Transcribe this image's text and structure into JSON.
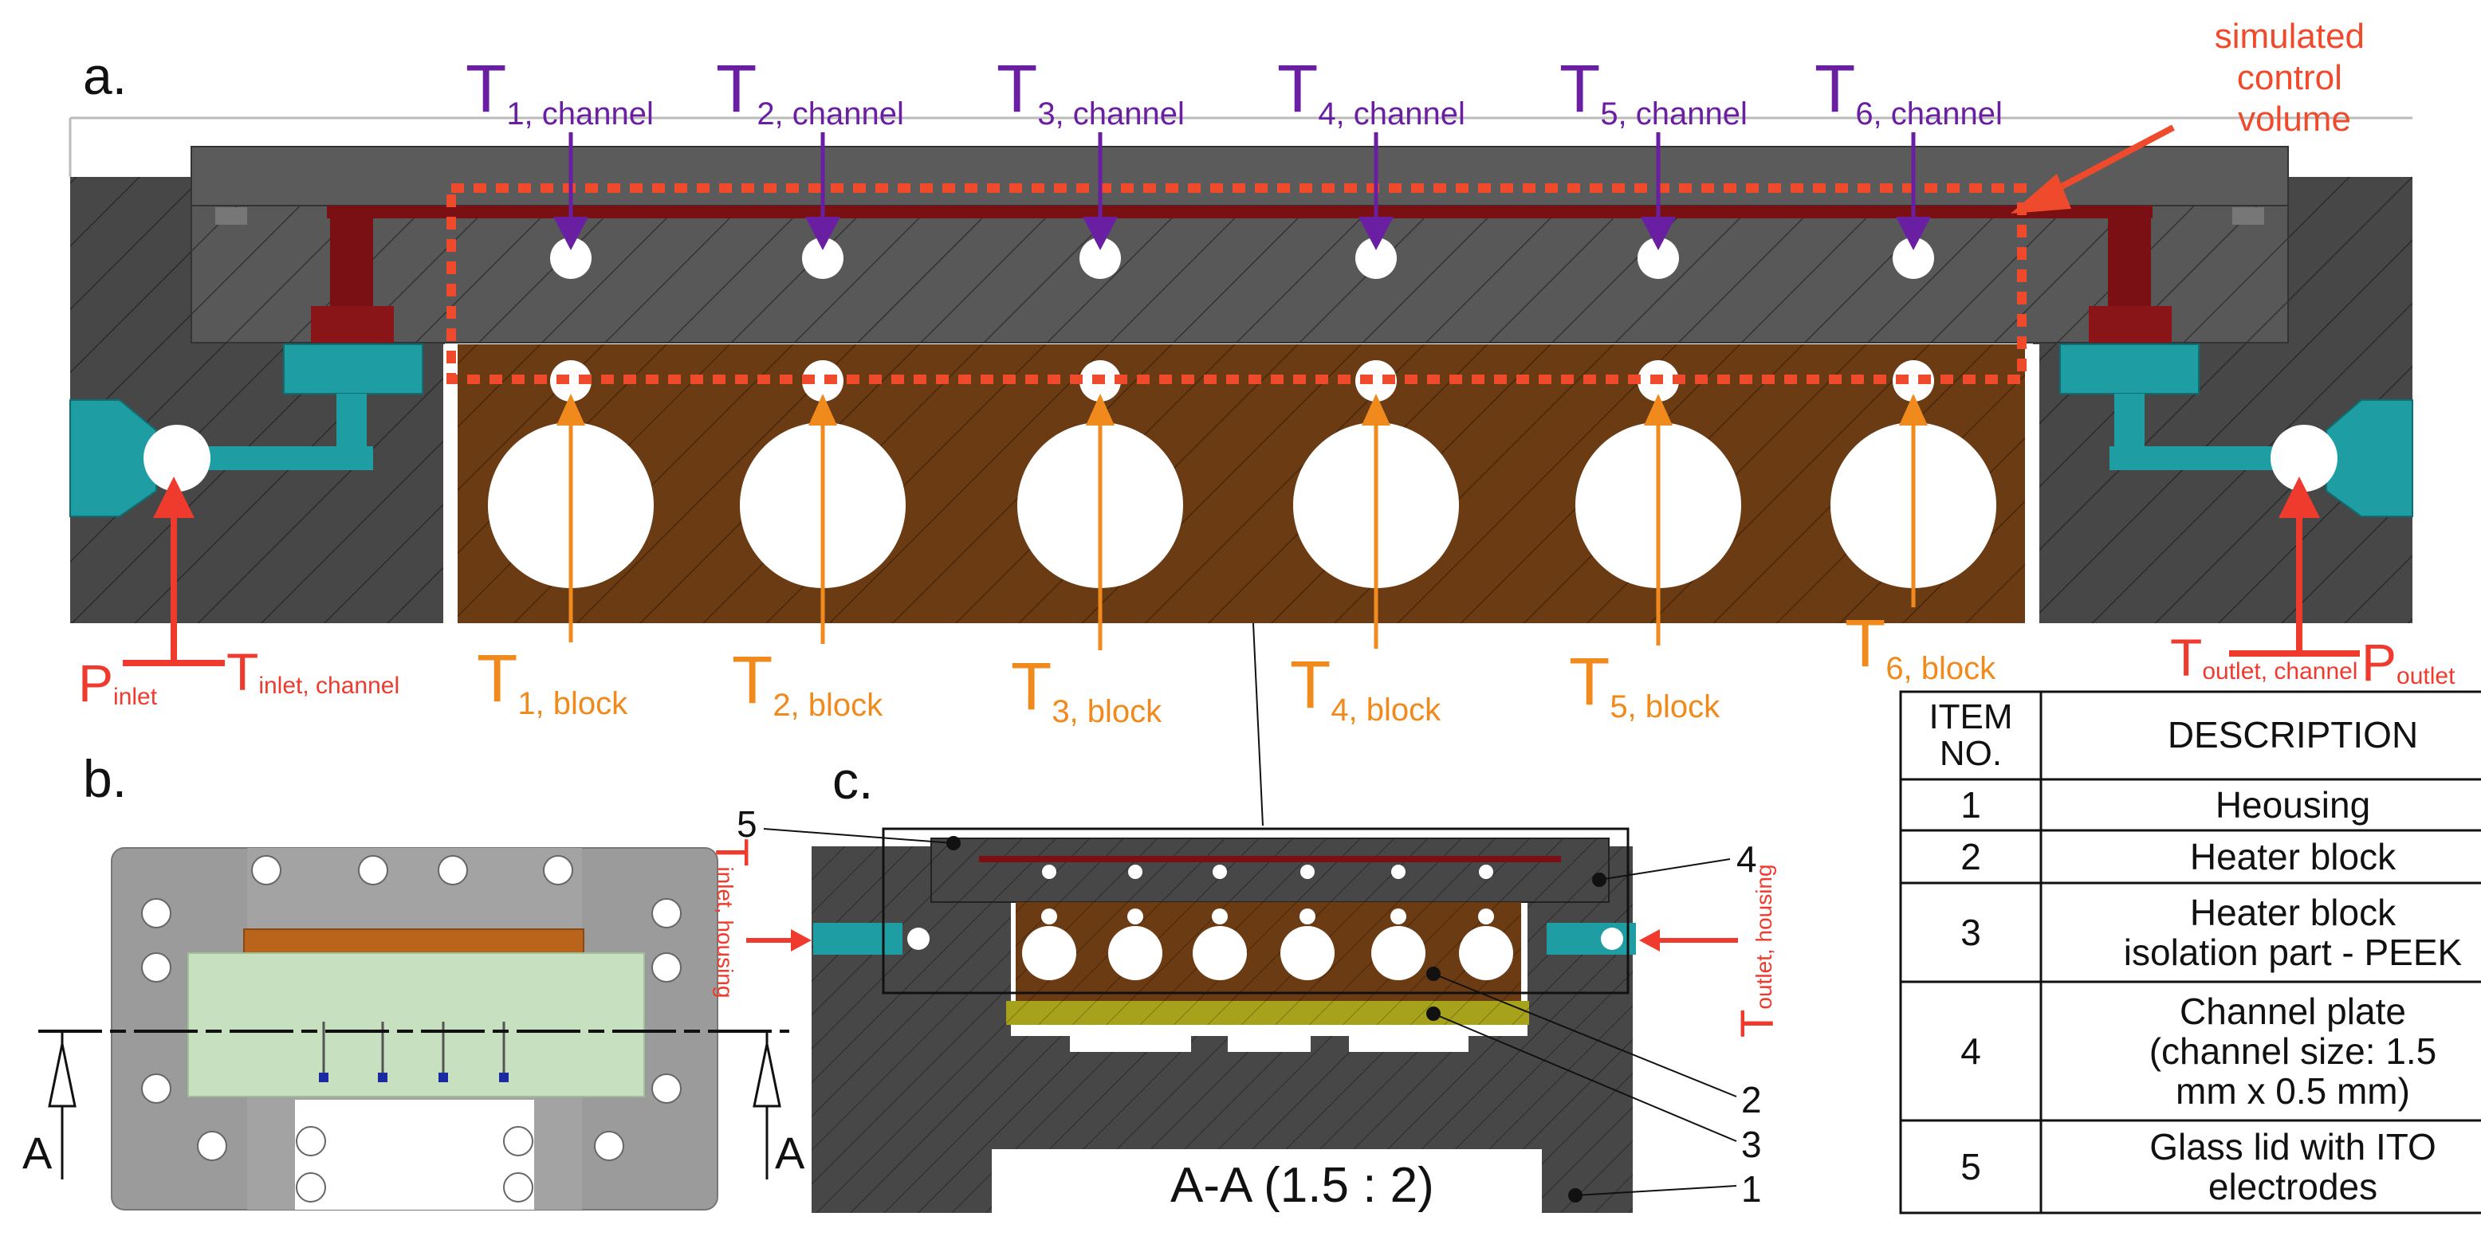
{
  "panels": {
    "a": "a.",
    "b": "b.",
    "c": "c."
  },
  "colors": {
    "housing": "#4a4a4a",
    "channel_plate": "#5a5a5a",
    "heater_block": "#6b3c14",
    "channel": "#7a0f14",
    "fitting": "#1e9ea3",
    "isolation_peek": "#a7a21c",
    "glass_lid": "#c6e0c0",
    "control_volume": "#f04a2d",
    "channel_temp": "#6a1fa3",
    "block_temp": "#f08a1c",
    "pressure_label": "#ef3b2e"
  },
  "labels_a": {
    "control_volume": [
      "simulated",
      "control",
      "volume"
    ],
    "channel_temps": [
      {
        "main": "T",
        "sub": "1, channel"
      },
      {
        "main": "T",
        "sub": "2, channel"
      },
      {
        "main": "T",
        "sub": "3, channel"
      },
      {
        "main": "T",
        "sub": "4, channel"
      },
      {
        "main": "T",
        "sub": "5, channel"
      },
      {
        "main": "T",
        "sub": "6, channel"
      }
    ],
    "block_temps": [
      {
        "main": "T",
        "sub": "1, block"
      },
      {
        "main": "T",
        "sub": "2, block"
      },
      {
        "main": "T",
        "sub": "3, block"
      },
      {
        "main": "T",
        "sub": "4, block"
      },
      {
        "main": "T",
        "sub": "5, block"
      },
      {
        "main": "T",
        "sub": "6, block"
      }
    ],
    "p_inlet": {
      "main": "P",
      "sub": "inlet"
    },
    "t_inlet": {
      "main": "T",
      "sub": "inlet, channel"
    },
    "t_outlet": {
      "main": "T",
      "sub": "outlet, channel"
    },
    "p_outlet": {
      "main": "P",
      "sub": "outlet"
    }
  },
  "labels_b": {
    "section_left": "A",
    "section_right": "A"
  },
  "labels_c": {
    "t_inlet_housing": {
      "main": "T",
      "sub": "inlet, housing"
    },
    "t_outlet_housing": {
      "main": "T",
      "sub": "outlet, housing"
    },
    "section_title": "A-A (1.5 : 2)",
    "callouts": [
      "5",
      "4",
      "2",
      "3",
      "1"
    ]
  },
  "table": {
    "headers": [
      "ITEM NO.",
      "DESCRIPTION"
    ],
    "header_item_lines": [
      "ITEM",
      "NO."
    ],
    "rows": [
      {
        "no": "1",
        "lines": [
          "Heousing"
        ]
      },
      {
        "no": "2",
        "lines": [
          "Heater block"
        ]
      },
      {
        "no": "3",
        "lines": [
          "Heater block",
          "isolation part - PEEK"
        ]
      },
      {
        "no": "4",
        "lines": [
          "Channel plate",
          "(channel size: 1.5",
          "mm  x 0.5 mm)"
        ]
      },
      {
        "no": "5",
        "lines": [
          "Glass lid with ITO",
          "electrodes"
        ]
      }
    ]
  }
}
